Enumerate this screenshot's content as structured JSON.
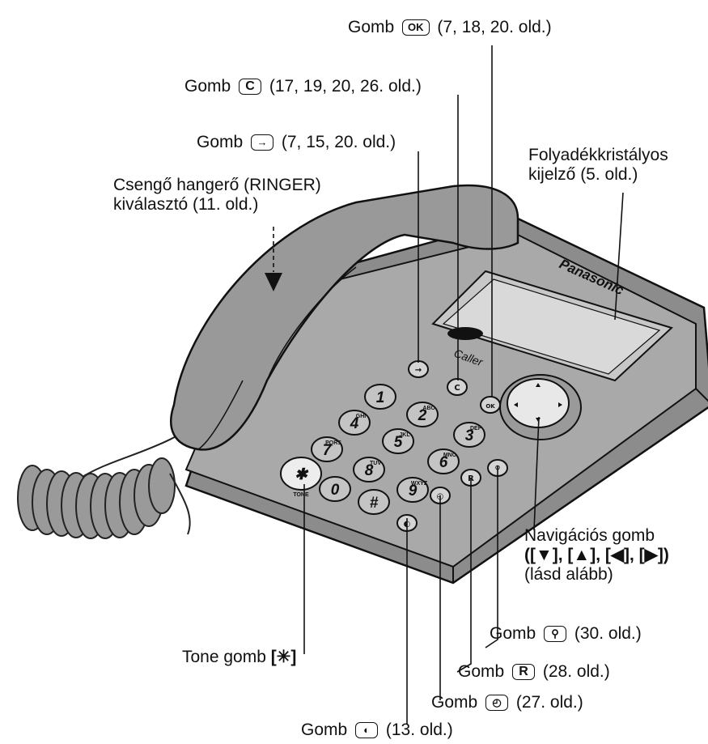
{
  "labels": {
    "ok_button": {
      "prefix": "Gomb",
      "key": "OK",
      "suffix": "(7, 18, 20. old.)"
    },
    "c_button": {
      "prefix": "Gomb",
      "key": "C",
      "suffix": "(17, 19, 20, 26. old.)"
    },
    "arrow_button": {
      "prefix": "Gomb",
      "key": "→",
      "suffix": "(7, 15, 20. old.)"
    },
    "ringer": {
      "line1": "Csengő hangerő (RINGER)",
      "line2": "kiválasztó (11. old.)"
    },
    "lcd": {
      "line1": "Folyadékkristályos",
      "line2": "kijelző (5. old.)"
    },
    "navigation": {
      "line1": "Navigációs gomb",
      "line2": "([▼], [▲], [◀], [▶])",
      "line3": "(lásd alább)"
    },
    "key_button": {
      "prefix": "Gomb",
      "key": "⚲",
      "suffix": "(30. old.)"
    },
    "r_button": {
      "prefix": "Gomb",
      "key": "R",
      "suffix": "(28. old.)"
    },
    "tone_button": {
      "text": "Tone gomb",
      "key": "[✳]"
    },
    "clock_button": {
      "prefix": "Gomb",
      "key": "◴",
      "suffix": "(27. old.)"
    },
    "dial_button": {
      "prefix": "Gomb",
      "key": "◐",
      "suffix": "(13. old.)"
    }
  },
  "phone": {
    "brand": "Panasonic",
    "caller_logo": "Caller",
    "keypad": [
      {
        "digit": "1",
        "letters": ""
      },
      {
        "digit": "2",
        "letters": "ABC"
      },
      {
        "digit": "3",
        "letters": "DEF"
      },
      {
        "digit": "4",
        "letters": "GHI"
      },
      {
        "digit": "5",
        "letters": "JKL"
      },
      {
        "digit": "6",
        "letters": "MNO"
      },
      {
        "digit": "7",
        "letters": "PQRS"
      },
      {
        "digit": "8",
        "letters": "TUV"
      },
      {
        "digit": "9",
        "letters": "WXYZ"
      },
      {
        "digit": "0",
        "letters": ""
      },
      {
        "digit": "#",
        "letters": ""
      },
      {
        "digit": "✱",
        "letters": "TONE"
      }
    ],
    "small_keys": [
      "→",
      "C",
      "OK",
      "R",
      "⚲",
      "◴",
      "◐"
    ]
  }
}
